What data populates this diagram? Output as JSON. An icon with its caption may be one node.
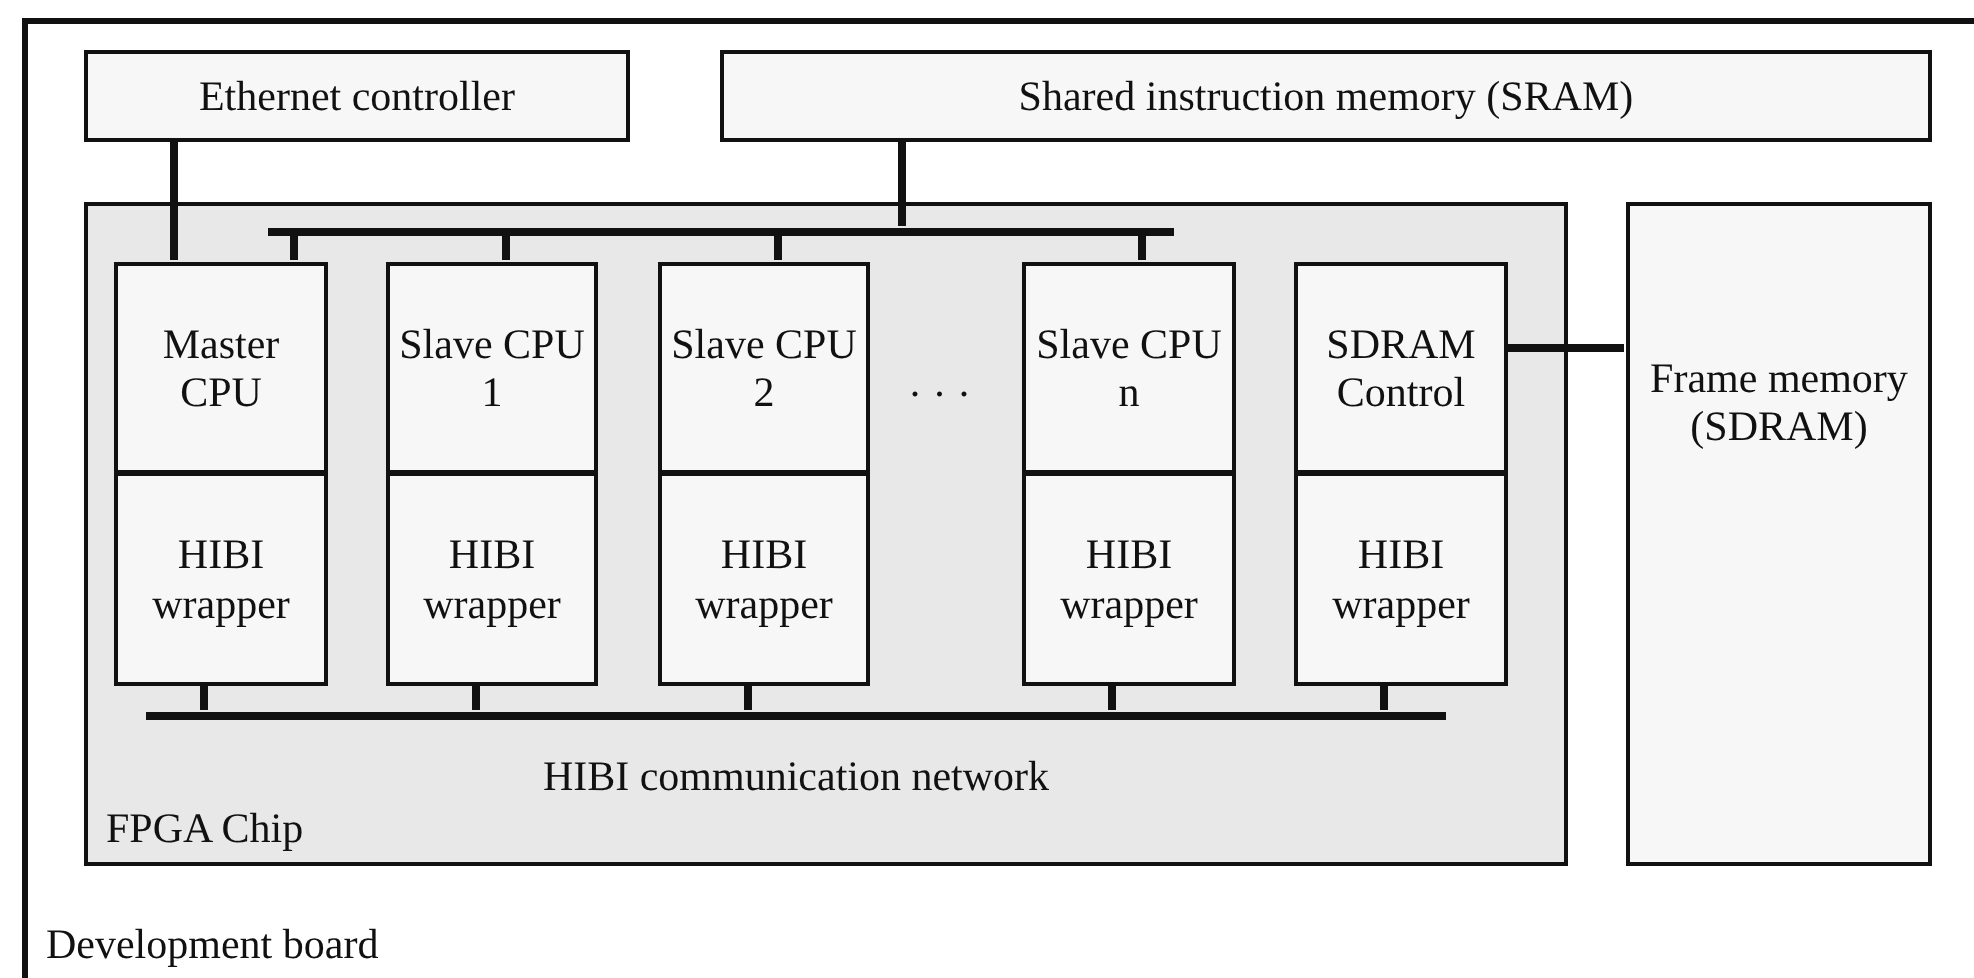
{
  "diagram": {
    "nodes": [
      {
        "text": [
          "Development board"
        ]
      },
      {
        "text": [
          "Ethernet controller"
        ],
        "in": 0
      },
      {
        "text": [
          "Shared instruction memory (SRAM)"
        ],
        "in": 0
      },
      {
        "text": [
          "FPGA Chip"
        ],
        "in": 0
      },
      {
        "text": [
          "Master CPU"
        ],
        "in": 3
      },
      {
        "text": [
          "HIBI wrapper"
        ],
        "in": 3
      },
      {
        "text": [
          "Slave CPU 1"
        ],
        "in": 3
      },
      {
        "text": [
          "HIBI wrapper"
        ],
        "in": 3
      },
      {
        "text": [
          "Slave CPU 2"
        ],
        "in": 3
      },
      {
        "text": [
          "HIBI wrapper"
        ],
        "in": 3
      },
      {
        "text": [
          "Slave CPU n"
        ],
        "in": 3
      },
      {
        "text": [
          "HIBI wrapper"
        ],
        "in": 3
      },
      {
        "text": [
          "SDRAM Control"
        ],
        "in": 3
      },
      {
        "text": [
          "HIBI wrapper"
        ],
        "in": 3
      },
      {
        "text": [
          "Frame memory (SDRAM)"
        ],
        "in": 0
      },
      {
        "text": [],
        "shape": "bar",
        "in": 3
      },
      {
        "text": [
          "HIBI communication network"
        ],
        "in": 3
      }
    ],
    "edges": [
      {
        "from": 1,
        "to": 4,
        "arrow": "none"
      },
      {
        "from": 2,
        "to": 15,
        "arrow": "none"
      },
      {
        "from": 15,
        "to": 4,
        "arrow": "none"
      },
      {
        "from": 15,
        "to": 6,
        "arrow": "none"
      },
      {
        "from": 15,
        "to": 8,
        "arrow": "none"
      },
      {
        "from": 15,
        "to": 10,
        "arrow": "none"
      },
      {
        "from": 12,
        "to": 14,
        "arrow": "none"
      },
      {
        "from": 5,
        "to": 16,
        "arrow": "none"
      },
      {
        "from": 7,
        "to": 16,
        "arrow": "none"
      },
      {
        "from": 9,
        "to": 16,
        "arrow": "none"
      },
      {
        "from": 11,
        "to": 16,
        "arrow": "none"
      },
      {
        "from": 13,
        "to": 16,
        "arrow": "none"
      }
    ],
    "labels": [
      "· · ·"
    ]
  }
}
